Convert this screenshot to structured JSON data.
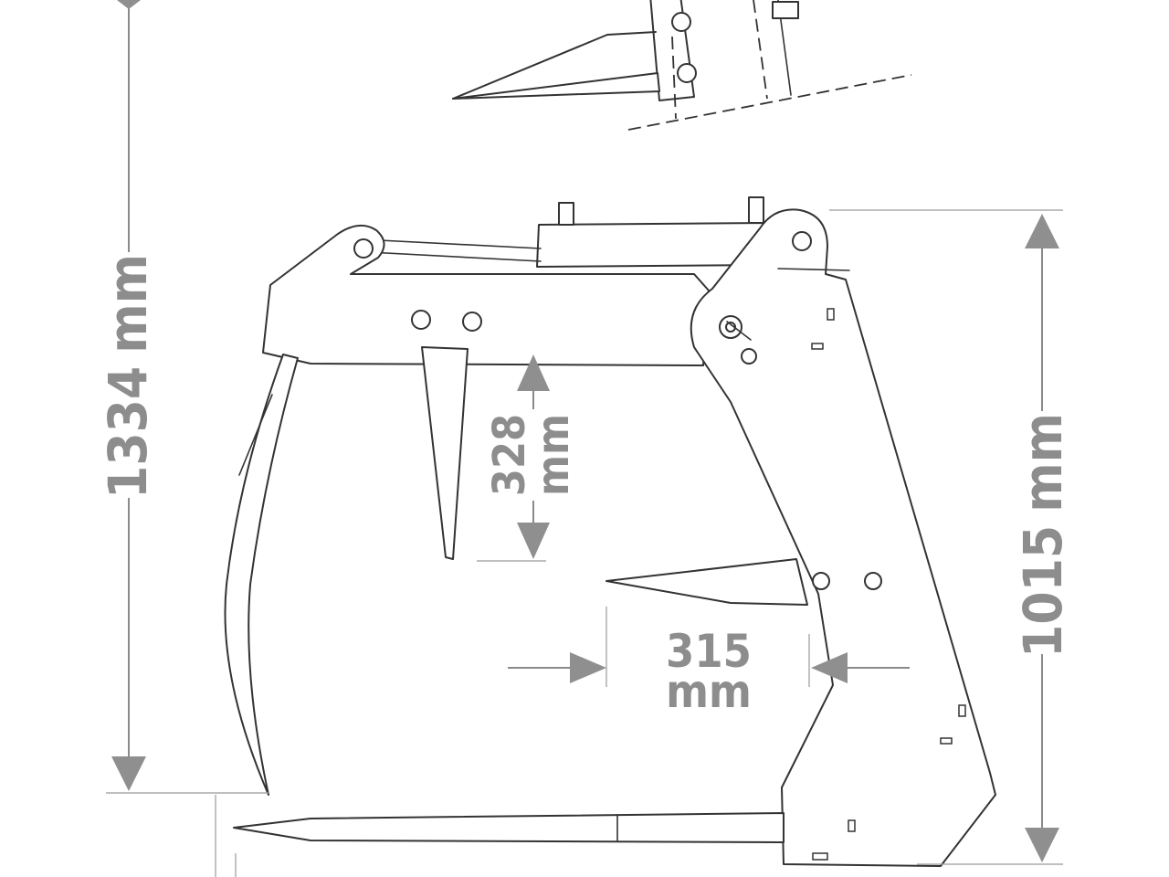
{
  "dimensions": {
    "total_height": {
      "value": "1334",
      "unit": "mm"
    },
    "frame_height": {
      "value": "1015",
      "unit": "mm"
    },
    "tine_length": {
      "value": "328",
      "unit": "mm"
    },
    "tine_spacing": {
      "value": "315",
      "unit": "mm"
    }
  },
  "colors": {
    "line": "#333333",
    "dimension": "#8d8d8d",
    "background": "#ffffff"
  }
}
